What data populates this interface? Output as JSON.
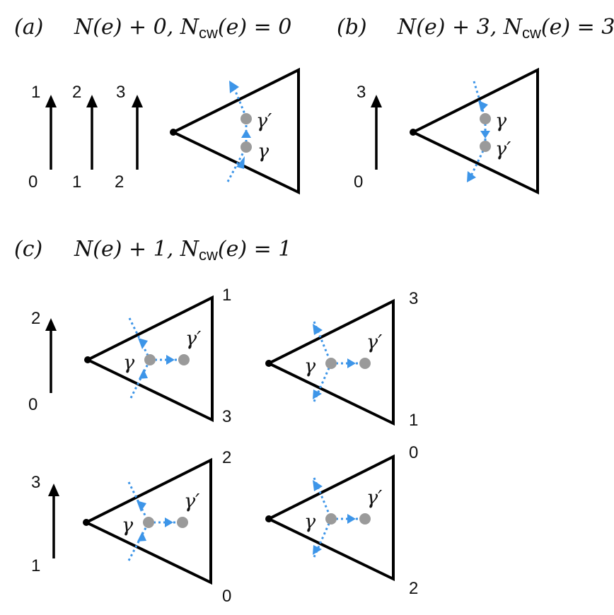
{
  "panels": [
    {
      "id": "a",
      "label": "(a)",
      "formula": "N(e) + 0, N cw(e) = 0"
    },
    {
      "id": "b",
      "label": "(b)",
      "formula": "N(e) + 3, N cw(e) = 3"
    },
    {
      "id": "c",
      "label": "(c)",
      "formula": "N(e) + 1, N cw(e) = 1"
    }
  ],
  "formula_parts": {
    "a": {
      "main": "N(e) + 0, N",
      "sub": "cw",
      "tail": "(e) = 0"
    },
    "b": {
      "main": "N(e) + 3, N",
      "sub": "cw",
      "tail": "(e) = 3"
    },
    "c": {
      "main": "N(e) + 1, N",
      "sub": "cw",
      "tail": "(e) = 1"
    }
  },
  "arrow_labels": {
    "a": [
      {
        "top": "1",
        "bottom": "0"
      },
      {
        "top": "2",
        "bottom": "1"
      },
      {
        "top": "3",
        "bottom": "2"
      }
    ],
    "b": [
      {
        "top": "3",
        "bottom": "0"
      }
    ],
    "c_row1": [
      {
        "top": "2",
        "bottom": "0"
      }
    ],
    "c_row2": [
      {
        "top": "3",
        "bottom": "1"
      }
    ]
  },
  "triangle_labels": {
    "c_r1_left": {
      "top": "1",
      "bottom": "3"
    },
    "c_r1_right": {
      "top": "3",
      "bottom": "1"
    },
    "c_r2_left": {
      "top": "2",
      "bottom": "0"
    },
    "c_r2_right": {
      "top": "0",
      "bottom": "2"
    }
  },
  "symbols": {
    "gamma": "γ",
    "gamma_prime": "γ′"
  },
  "colors": {
    "ink": "#000000",
    "flow": "#3d95e8",
    "node": "#9a9a9a"
  }
}
